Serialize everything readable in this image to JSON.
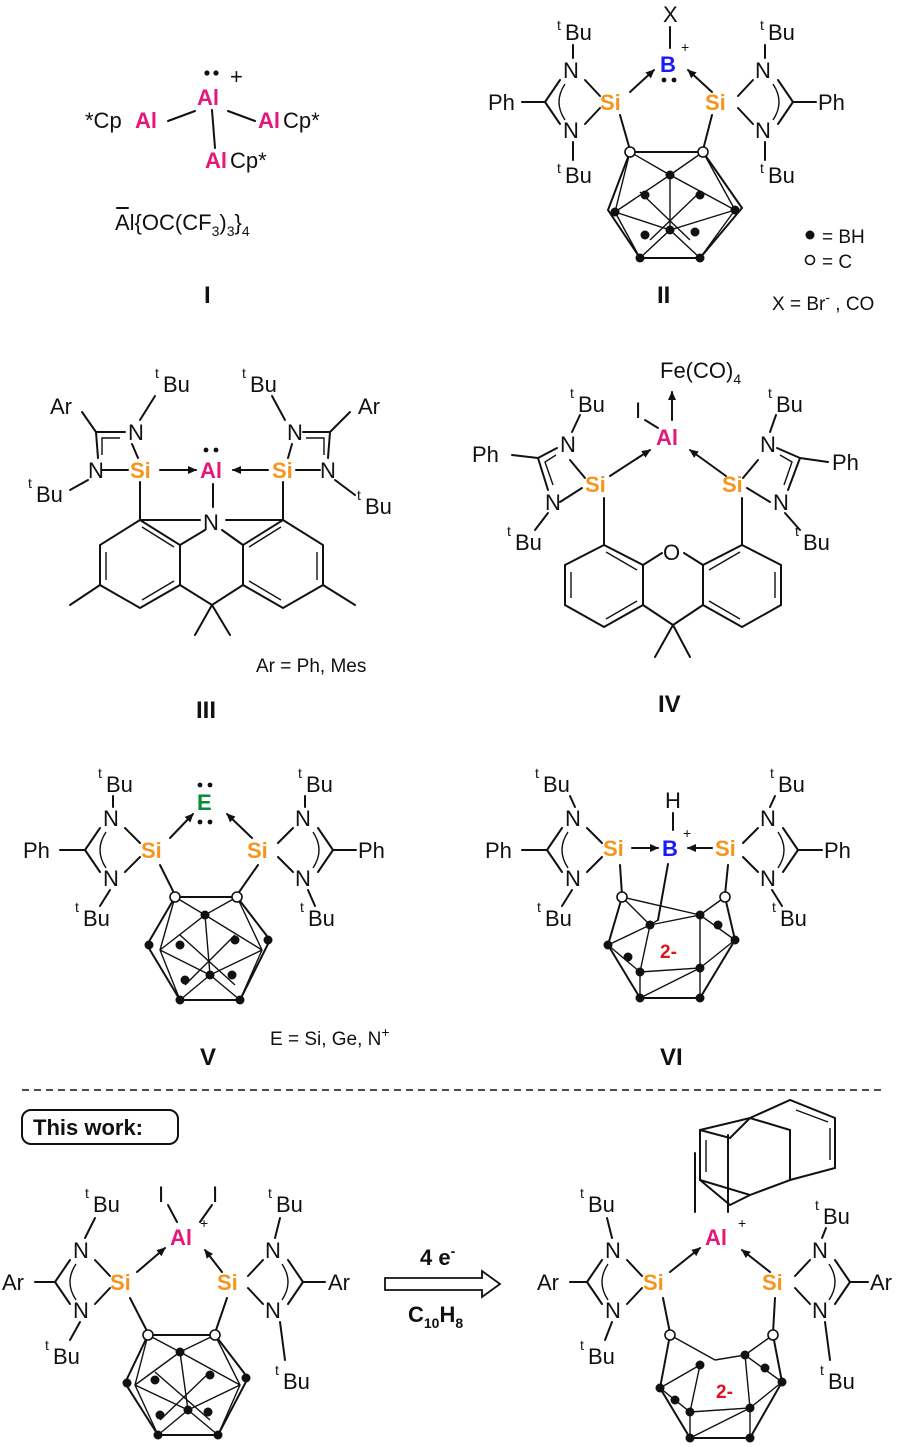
{
  "labels": {
    "I": "I",
    "II": "II",
    "III": "III",
    "IV": "IV",
    "V": "V",
    "VI": "VI"
  },
  "atoms": {
    "si": "Si",
    "al": "Al",
    "b": "B",
    "e": "E",
    "n": "N",
    "o": "O",
    "ph": "Ph",
    "ar": "Ar",
    "i": "I",
    "h": "H",
    "x": "X",
    "tbu_sup": "t",
    "tbu": "Bu"
  },
  "compound_I": {
    "left": "*Cp",
    "right": "Cp*",
    "bottom": "Cp*",
    "charge": "+",
    "anion": "Al{OC(CF",
    "anion_sub": "3",
    "anion_mid": ")",
    "anion_sub2": "3",
    "anion_end": "}",
    "anion_sub3": "4",
    "anion_charge": "−"
  },
  "legend_II": {
    "bh": "= BH",
    "c": "= C",
    "x_def": "X = Br",
    "x_sup": "-",
    "x_tail": " , CO"
  },
  "note_III": "Ar = Ph, Mes",
  "note_IV": "Fe(CO)",
  "note_IV_sub": "4",
  "note_V": "E = Si, Ge, N",
  "note_V_sup": "+",
  "charge_2m": "2-",
  "plus": "+",
  "this_work": "This work:",
  "reaction": {
    "top": "4 e",
    "top_sup": "-",
    "bottom_c": "C",
    "bottom_c_sub": "10",
    "bottom_h": "H",
    "bottom_h_sub": "8"
  },
  "colors": {
    "silicon": "#f7941d",
    "aluminium": "#e5177b",
    "boron": "#1a1aff",
    "element_e": "#0a8a3a",
    "charge_red": "#e0141e"
  }
}
